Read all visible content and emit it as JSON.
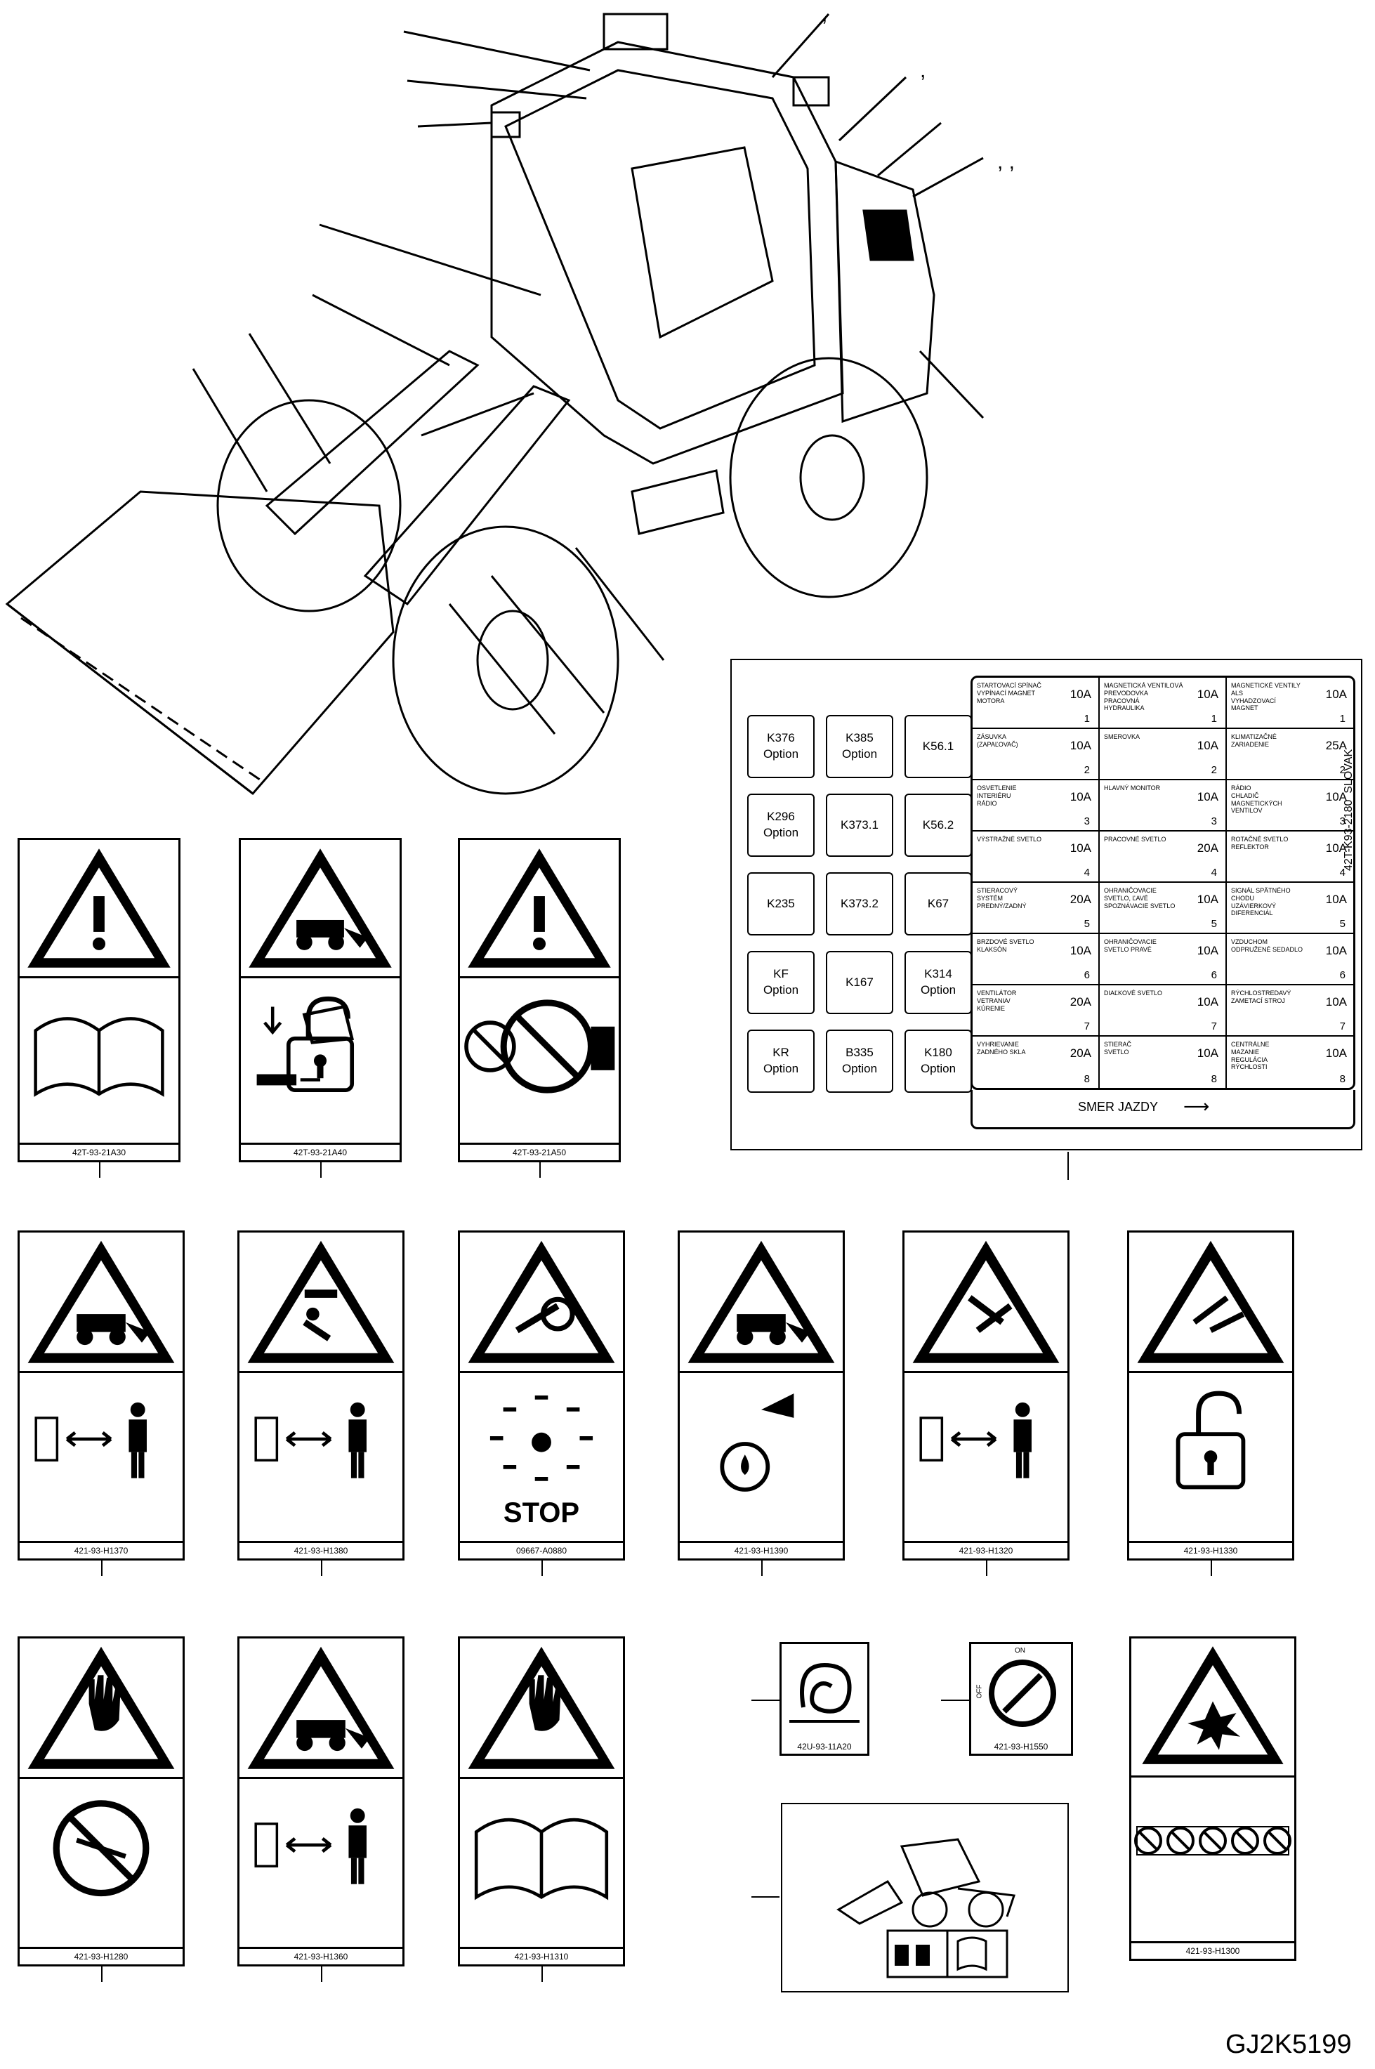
{
  "diagram_code": "GJ2K5199",
  "callout_marks": [
    ",",
    ",",
    ", ,"
  ],
  "labels": [
    {
      "id": "lbl1",
      "code": "42T-93-21A30"
    },
    {
      "id": "lbl2",
      "code": "42T-93-21A40"
    },
    {
      "id": "lbl3",
      "code": "42T-93-21A50"
    },
    {
      "id": "lbl4",
      "code": "421-93-H1370"
    },
    {
      "id": "lbl5",
      "code": "421-93-H1380"
    },
    {
      "id": "lbl6",
      "code": "09667-A0880"
    },
    {
      "id": "lbl7",
      "code": "421-93-H1390"
    },
    {
      "id": "lbl8",
      "code": "421-93-H1320"
    },
    {
      "id": "lbl9",
      "code": "421-93-H1330"
    },
    {
      "id": "lbl10",
      "code": "421-93-H1280"
    },
    {
      "id": "lbl11",
      "code": "421-93-H1360"
    },
    {
      "id": "lbl12",
      "code": "421-93-H1310"
    },
    {
      "id": "lbl13",
      "code": "42U-93-11A20"
    },
    {
      "id": "lbl14",
      "code": "421-93-H1550"
    },
    {
      "id": "lbl15",
      "code": "421-93-H1300"
    }
  ],
  "stop_text": "STOP",
  "switch_on": "ON",
  "switch_off": "OFF",
  "fusebox": {
    "side_code": "42T-K93-2180  SLOVAK",
    "direction_text": "SMER JAZDY",
    "relays": [
      [
        "K376\nOption",
        "K385\nOption",
        "K56.1"
      ],
      [
        "K296\nOption",
        "K373.1",
        "K56.2"
      ],
      [
        "K235",
        "K373.2",
        "K67"
      ],
      [
        "KF\nOption",
        "K167",
        "K314\nOption"
      ],
      [
        "KR\nOption",
        "B335\nOption",
        "K180\nOption"
      ]
    ],
    "fuses": [
      [
        {
          "name": "STARTOVACÍ SPÍNAČ\nVYPÍNACÍ MAGNET\nMOTORA",
          "amp": "10A",
          "num": "1"
        },
        {
          "name": "MAGNETICKÁ VENTILOVÁ\nPREVODOVKA\nPRACOVNÁ\nHYDRAULIKA",
          "amp": "10A",
          "num": "1"
        },
        {
          "name": "MAGNETICKÉ VENTILY\nALS\nVYHADZOVACÍ\nMAGNET",
          "amp": "10A",
          "num": "1"
        }
      ],
      [
        {
          "name": "ZÁSUVKA\n(ZAPAĽOVAČ)",
          "amp": "10A",
          "num": "2"
        },
        {
          "name": "SMEROVKA",
          "amp": "10A",
          "num": "2"
        },
        {
          "name": "KLIMATIZAČNÉ\nZARIADENIE",
          "amp": "25A",
          "num": "2"
        }
      ],
      [
        {
          "name": "OSVETLENIE\nINTERIÉRU\nRÁDIO",
          "amp": "10A",
          "num": "3"
        },
        {
          "name": "HLAVNÝ MONITOR",
          "amp": "10A",
          "num": "3"
        },
        {
          "name": "RÁDIO\nCHLADIČ\nMAGNETICKÝCH\nVENTILOV",
          "amp": "10A",
          "num": "3"
        }
      ],
      [
        {
          "name": "VÝSTRAŽNÉ SVETLO",
          "amp": "10A",
          "num": "4"
        },
        {
          "name": "PRACOVNÉ SVETLO",
          "amp": "20A",
          "num": "4"
        },
        {
          "name": "ROTAČNÉ SVETLO\nREFLEKTOR",
          "amp": "10A",
          "num": "4"
        }
      ],
      [
        {
          "name": "STIERACOVÝ\nSYSTÉM\nPREDNÝ/ZADNÝ",
          "amp": "20A",
          "num": "5"
        },
        {
          "name": "OHRANIČOVACIE\nSVETLO, ĽAVÉ\nSPOZNÁVACIE SVETLO",
          "amp": "10A",
          "num": "5"
        },
        {
          "name": "SIGNÁL SPÄTNÉHO\nCHODU\nUZÁVIERKOVÝ\nDIFERENCIÁL",
          "amp": "10A",
          "num": "5"
        }
      ],
      [
        {
          "name": "BRZDOVÉ SVETLO\nKLAKSÓN",
          "amp": "10A",
          "num": "6"
        },
        {
          "name": "OHRANIČOVACIE\nSVETLO PRAVÉ",
          "amp": "10A",
          "num": "6"
        },
        {
          "name": "VZDUCHOM\nODPRUŽENÉ SEDADLO",
          "amp": "10A",
          "num": "6"
        }
      ],
      [
        {
          "name": "VENTILÁTOR\nVETRANIA/\nKÚRENIE",
          "amp": "20A",
          "num": "7"
        },
        {
          "name": "DIAĽKOVÉ SVETLO",
          "amp": "10A",
          "num": "7"
        },
        {
          "name": "RÝCHLOSTREDAVÝ\nZAMETACÍ STROJ",
          "amp": "10A",
          "num": "7"
        }
      ],
      [
        {
          "name": "VYHRIEVANIE\nZADNÉHO SKLA",
          "amp": "20A",
          "num": "8"
        },
        {
          "name": "STIERAČ\nSVETLO",
          "amp": "10A",
          "num": "8"
        },
        {
          "name": "CENTRÁLNE\nMAZANIE\nREGULÁCIA\nRÝCHLOSTI",
          "amp": "10A",
          "num": "8"
        }
      ]
    ]
  }
}
